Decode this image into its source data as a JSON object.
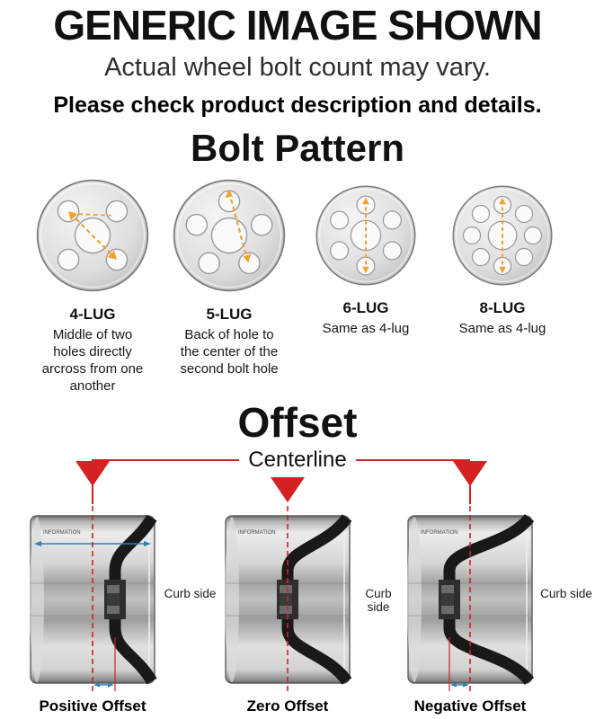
{
  "header": {
    "title": "GENERIC IMAGE SHOWN",
    "subtitle": "Actual wheel bolt count may vary.",
    "note": "Please check product description and details."
  },
  "bolt_pattern": {
    "title": "Bolt Pattern",
    "items": [
      {
        "label": "4-LUG",
        "description": "Middle of two holes directly arcross from one another"
      },
      {
        "label": "5-LUG",
        "description": "Back of hole to the center of the second bolt hole"
      },
      {
        "label": "6-LUG",
        "description": "Same as 4-lug"
      },
      {
        "label": "8-LUG",
        "description": "Same as 4-lug"
      }
    ]
  },
  "offset_section": {
    "title": "Offset",
    "centerline_label": "Centerline",
    "curb_side_label": "Curb side",
    "rim_stamp": "INFORMATION",
    "diagrams": [
      {
        "label": "Positive Offset"
      },
      {
        "label": "Zero Offset"
      },
      {
        "label": "Negative Offset"
      }
    ]
  },
  "colors": {
    "accent_red": "#d42121",
    "accent_orange": "#f0a22e",
    "accent_blue": "#2f7fb5",
    "text_dark": "#111111",
    "text_gray": "#2f2f2f"
  }
}
